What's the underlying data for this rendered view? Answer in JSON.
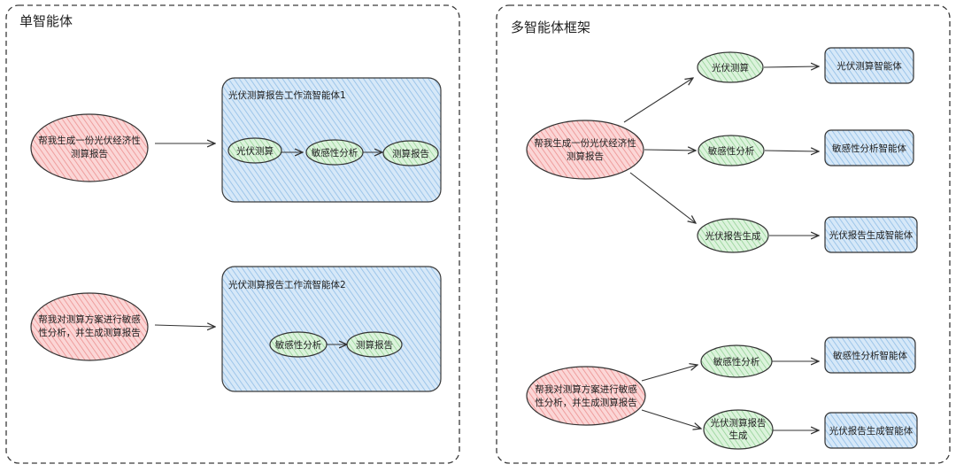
{
  "single": {
    "title": "单智能体",
    "case1": {
      "request": [
        "帮我生成一份光伏经济性",
        "测算报告"
      ],
      "workflow_title": "光伏测算报告工作流智能体1",
      "steps": [
        "光伏测算",
        "敏感性分析",
        "测算报告"
      ]
    },
    "case2": {
      "request": [
        "帮我对测算方案进行敏感",
        "性分析，并生成测算报告"
      ],
      "workflow_title": "光伏测算报告工作流智能体2",
      "steps": [
        "敏感性分析",
        "测算报告"
      ]
    }
  },
  "multi": {
    "title": "多智能体框架",
    "case1": {
      "request": [
        "帮我生成一份光伏经济性",
        "测算报告"
      ],
      "tasks": [
        {
          "lines": [
            "光伏测算"
          ],
          "agent": "光伏测算智能体"
        },
        {
          "lines": [
            "敏感性分析"
          ],
          "agent": "敏感性分析智能体"
        },
        {
          "lines": [
            "光伏报告生成"
          ],
          "agent": "光伏报告生成智能体"
        }
      ]
    },
    "case2": {
      "request": [
        "帮我对测算方案进行敏感",
        "性分析，并生成测算报告"
      ],
      "tasks": [
        {
          "lines": [
            "敏感性分析"
          ],
          "agent": "敏感性分析智能体"
        },
        {
          "lines": [
            "光伏测算报告",
            "生成"
          ],
          "agent": "光伏报告生成智能体"
        }
      ]
    }
  },
  "colors": {
    "request_fill": "#f6b3b3",
    "task_fill": "#bfe8c0",
    "agent_fill": "#b7d7f3",
    "stroke": "#333333"
  }
}
